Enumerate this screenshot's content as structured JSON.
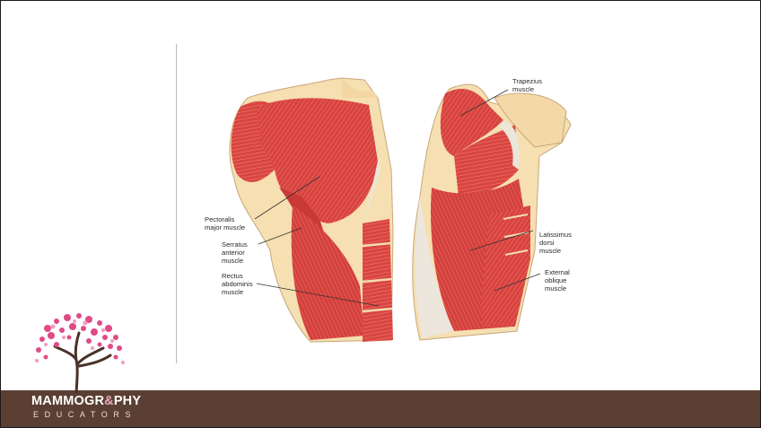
{
  "labels": {
    "trapezius": [
      "Trapezius",
      "muscle"
    ],
    "pectoralis": [
      "Pectoralis",
      "major muscle"
    ],
    "serratus": [
      "Serratus",
      "anterior",
      "muscle"
    ],
    "rectus": [
      "Rectus",
      "abdominis",
      "muscle"
    ],
    "latissimus": [
      "Latissimus",
      "dorsi",
      "muscle"
    ],
    "oblique": [
      "External",
      "oblique",
      "muscle"
    ]
  },
  "brand": {
    "name_part1": "MAMMOGR",
    "name_ribbon": "&",
    "name_part2": "PHY",
    "subtitle": "EDUCATORS"
  },
  "colors": {
    "footer": "#5b3f33",
    "muscle": "#d9433f",
    "skin": "#f6dfb0",
    "logo_pink": "#e04a86"
  }
}
